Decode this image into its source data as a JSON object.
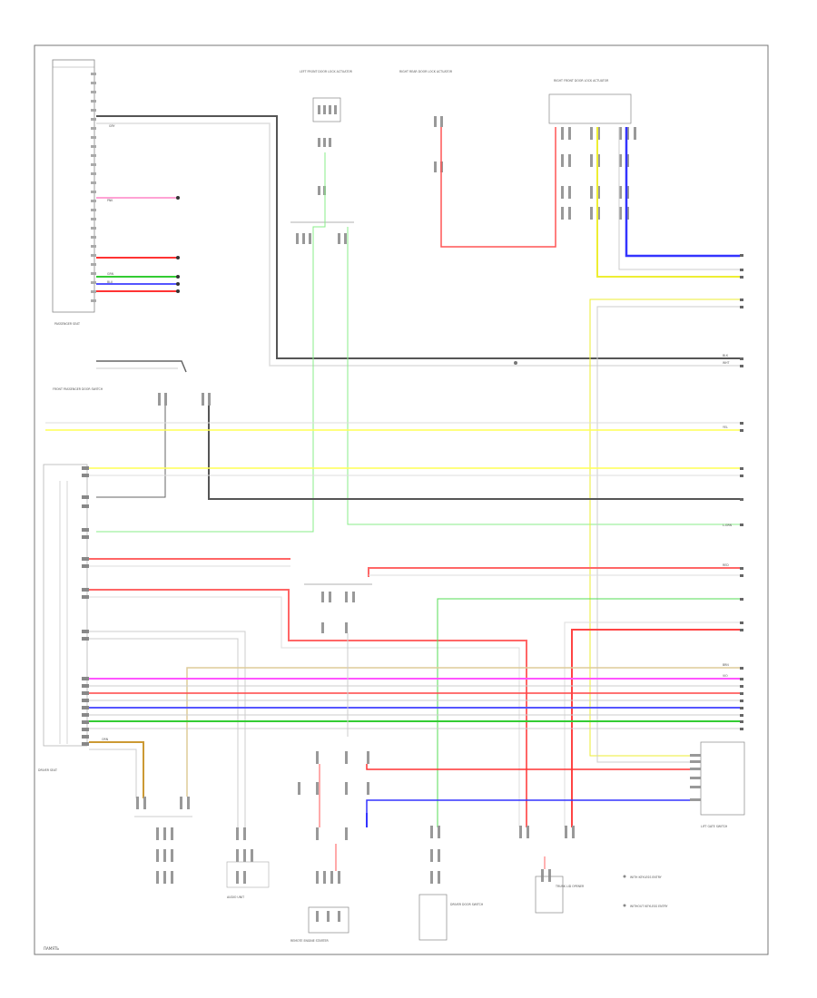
{
  "diagram": {
    "frame_label": "ПАМЯТЬ",
    "wire_labels": [
      "GRY",
      "L-GRN",
      "PNK",
      "GRN",
      "BLU",
      "VIO",
      "YEL",
      "RED",
      "BLK",
      "WHT",
      "ORN",
      "BRN"
    ],
    "components": [
      "LEFT FRONT DOOR LOCK ACTUATOR",
      "RIGHT FRONT DOOR LOCK ACTUATOR",
      "RIGHT REAR DOOR LOCK ACTUATOR",
      "PASSENGER SEAT",
      "DRIVER SEAT",
      "REMOTE ENGINE STARTER",
      "AUDIO UNIT",
      "FRONT PASSENGER DOOR SWITCH",
      "DRIVER DOOR SWITCH",
      "TRUNK LID OPENER",
      "LIFT GATE SWITCH"
    ],
    "notes": [
      "WITH KEYLESS ENTRY",
      "WITHOUT KEYLESS ENTRY"
    ]
  }
}
